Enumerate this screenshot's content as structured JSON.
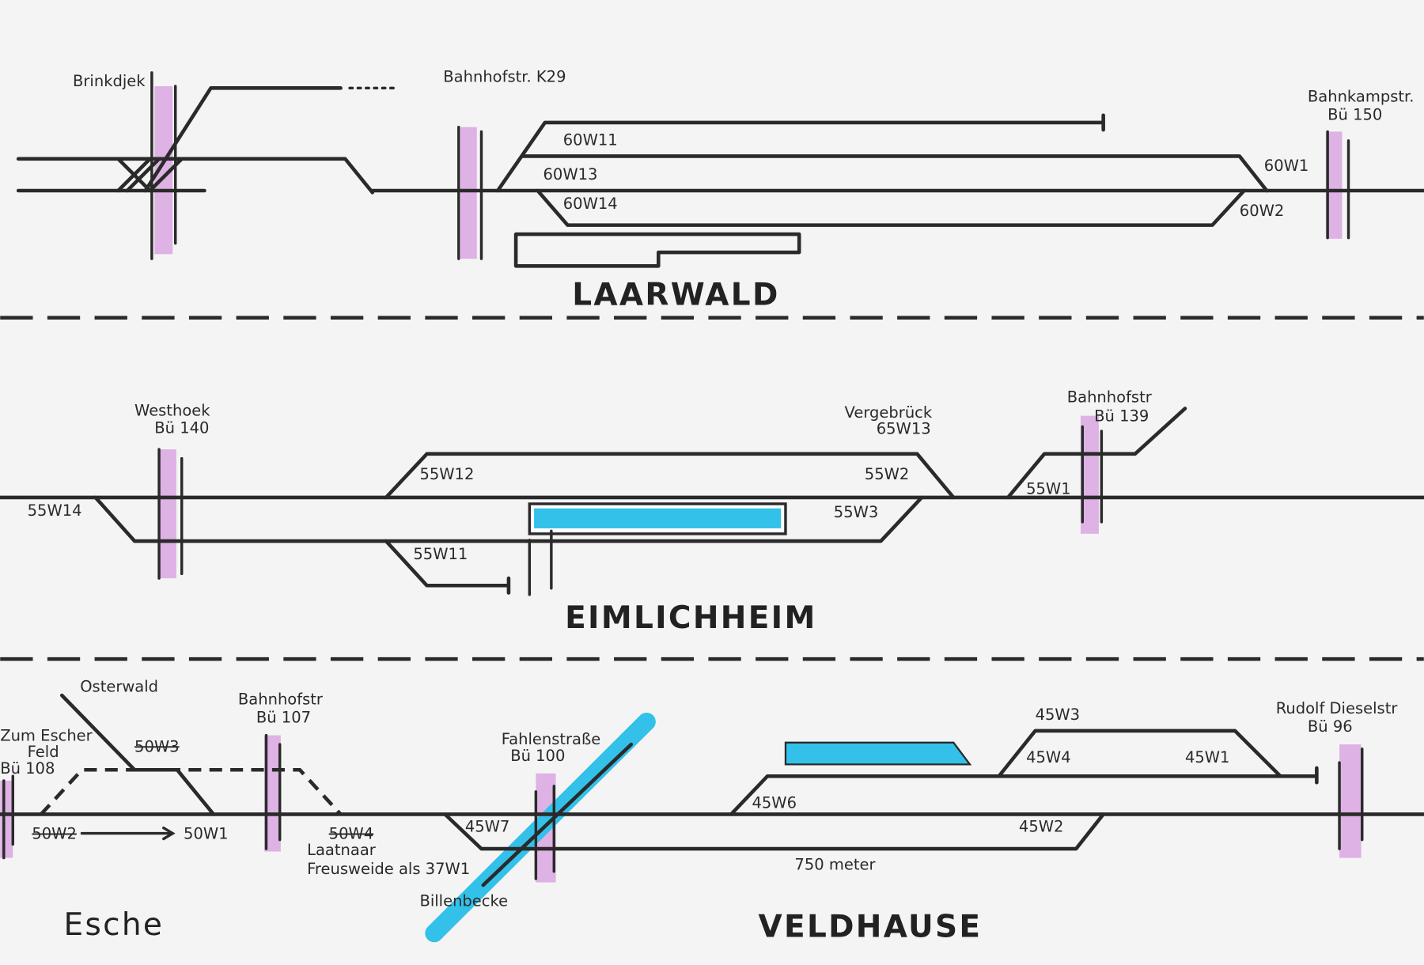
{
  "colors": {
    "ink": "#2a2a2a",
    "crossing": "#d9a6e0",
    "platform": "#33c1ea",
    "river": "#33c1ea"
  },
  "laarwald": {
    "name": "LAARWALD",
    "crossing_left": "Brinkdjek",
    "crossing_mid": "Bahnhofstr. K29",
    "crossing_right_1": "Bahnkampstr.",
    "crossing_right_2": "Bü 150",
    "switches": [
      "60W11",
      "60W13",
      "60W14",
      "60W1",
      "60W2"
    ]
  },
  "eimlichheim": {
    "name": "EIMLICHHEIM",
    "crossing_left_1": "Westhoek",
    "crossing_left_2": "Bü 140",
    "crossing_right_1": "Bahnhofstr",
    "crossing_right_2": "Bü 139",
    "note_1": "Vergebrück",
    "note_2": "65W13",
    "switches": [
      "55W14",
      "55W12",
      "55W11",
      "55W2",
      "55W3",
      "55W1"
    ]
  },
  "esche": {
    "name": "Esche",
    "branch": "Osterwald",
    "crossing_left_1": "Zum Escher",
    "crossing_left_2": "Feld",
    "crossing_left_3": "Bü 108",
    "crossing_mid_1": "Bahnhofstr",
    "crossing_mid_2": "Bü 107",
    "switches": [
      "50W3",
      "50W2",
      "50W1",
      "50W4"
    ],
    "note_1": "Laatnaar",
    "note_2": "Freusweide als 37W1"
  },
  "veldhause": {
    "name": "VELDHAUSE",
    "crossing_left_1": "Fahlenstraße",
    "crossing_left_2": "Bü 100",
    "river": "Billenbecke",
    "crossing_right_1": "Rudolf Dieselstr",
    "crossing_right_2": "Bü 96",
    "length": "750 meter",
    "switches": [
      "45W7",
      "45W3",
      "45W4",
      "45W1",
      "45W6",
      "45W2"
    ]
  }
}
